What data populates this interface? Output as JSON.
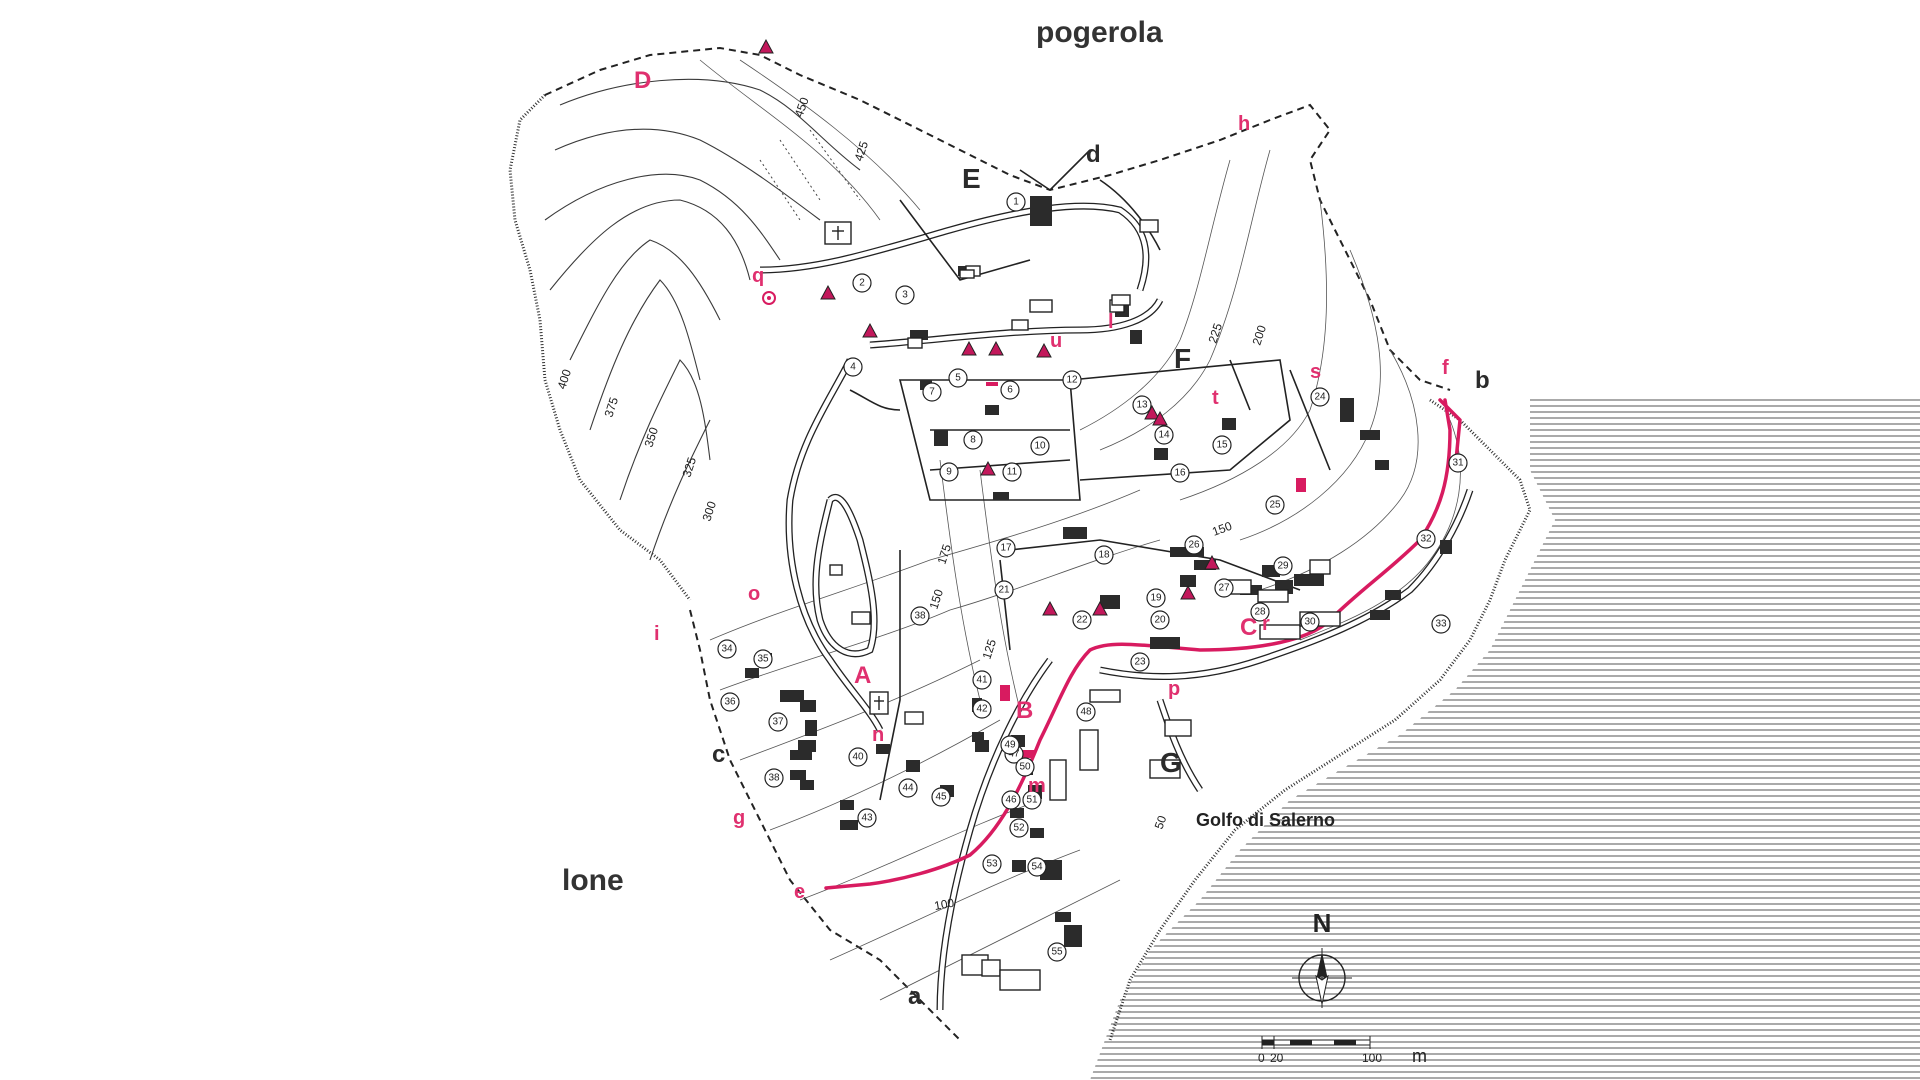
{
  "map": {
    "places": {
      "top": "pogerola",
      "left": "lone"
    },
    "sea_name": "Golfo di Salerno",
    "north_label": "N",
    "scale": {
      "ticks": [
        "0",
        "20",
        "100"
      ],
      "unit": "m"
    },
    "area_labels_dark": [
      "E",
      "F",
      "G"
    ],
    "area_labels_pink": [
      "A",
      "B",
      "C",
      "D"
    ],
    "boundary_points_dark": [
      "a",
      "b",
      "c",
      "d"
    ],
    "lowercase_pink": [
      "e",
      "f",
      "g",
      "h",
      "i",
      "l",
      "m",
      "n",
      "o",
      "p",
      "q",
      "r",
      "s",
      "t",
      "u"
    ],
    "elevations": [
      "450",
      "425",
      "400",
      "375",
      "350",
      "325",
      "300",
      "225",
      "200",
      "175",
      "150",
      "150",
      "125",
      "100",
      "50"
    ],
    "parcels": [
      "1",
      "2",
      "3",
      "4",
      "5",
      "6",
      "7",
      "8",
      "9",
      "10",
      "11",
      "12",
      "13",
      "14",
      "15",
      "16",
      "17",
      "18",
      "19",
      "20",
      "21",
      "22",
      "23",
      "24",
      "25",
      "26",
      "27",
      "28",
      "29",
      "30",
      "31",
      "32",
      "33",
      "34",
      "35",
      "36",
      "37",
      "38",
      "38",
      "40",
      "41",
      "42",
      "43",
      "44",
      "45",
      "46",
      "47",
      "48",
      "49",
      "50",
      "51",
      "52",
      "53",
      "54",
      "55"
    ],
    "colors": {
      "route": "#d81b60",
      "ink": "#2b2b2b",
      "accent_text": "#e0306f"
    },
    "icons": [
      "north-compass-icon",
      "triangle-marker-icon",
      "cross-icon",
      "target-circle-icon"
    ]
  }
}
